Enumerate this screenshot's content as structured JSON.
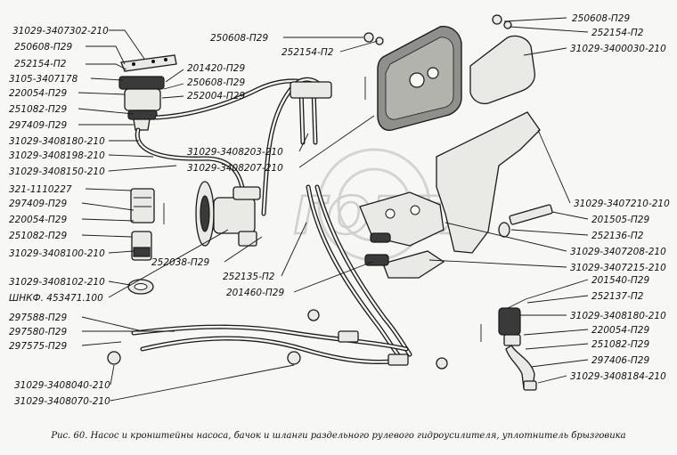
{
  "caption": "Рис. 60. Насос и кронштейны насоса, бачок и шланги раздельного рулевого гидроусилителя, уплотнитель брызговика",
  "watermark": "ГОРЕХ",
  "labels_left": [
    "31029-3407302-210",
    "250608-П29",
    "252154-П2",
    "3105-3407178",
    "220054-П29",
    "251082-П29",
    "297409-П29",
    "31029-3408180-210",
    "31029-3408198-210",
    "31029-3408150-210",
    "321-1110227",
    "297409-П29",
    "220054-П29",
    "251082-П29",
    "31029-3408100-210",
    "31029-3408102-210",
    "ШНКФ. 453471.100",
    "297588-П29",
    "297580-П29",
    "297575-П29",
    "31029-3408040-210",
    "31029-3408070-210"
  ],
  "labels_center": [
    "201420-П29",
    "250608-П29",
    "252004-П29",
    "250608-П29",
    "252154-П2",
    "31029-3408203-210",
    "31029-3408207-210",
    "252038-П29",
    "252135-П2",
    "201460-П29"
  ],
  "labels_right": [
    "250608-П29",
    "252154-П2",
    "31029-3400030-210",
    "31029-3407210-210",
    "201505-П29",
    "252136-П2",
    "31029-3407208-210",
    "31029-3407215-210",
    "201540-П29",
    "252137-П2",
    "31029-3408180-210",
    "220054-П29",
    "251082-П29",
    "297406-П29",
    "31029-3408184-210"
  ]
}
